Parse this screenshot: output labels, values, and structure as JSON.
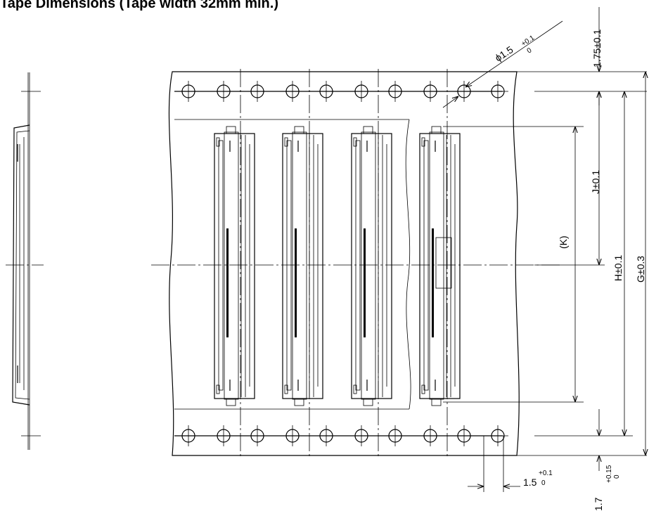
{
  "title": "Tape Dimensions (Tape width 32mm min.)",
  "dims": {
    "hole_dia": "ϕ1.5",
    "hole_dia_tol_upper": "+0.1",
    "hole_dia_tol_lower": "0",
    "edge_offset": "1.75±0.1",
    "j": "J±0.1",
    "k": "(K)",
    "h": "H±0.1",
    "g": "G±0.3",
    "pitch": "1.5",
    "pitch_tol_upper": "+0.1",
    "pitch_tol_lower": "0",
    "depth": "1.7",
    "depth_tol_upper": "+0.15",
    "depth_tol_lower": "0"
  }
}
